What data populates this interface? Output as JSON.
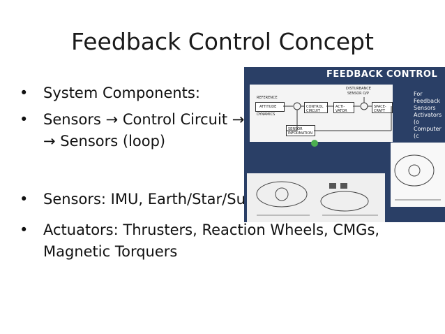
{
  "slide": {
    "title": "Feedback Control Concept",
    "bullets": [
      "System Components:",
      "Sensors → Control Circuit → Actuators → Spacecraft → Sensors (loop)",
      "Sensors: IMU, Earth/Star/Sun sensors",
      "Actuators: Thrusters, Reaction Wheels, CMGs, Magnetic Torquers"
    ]
  },
  "image": {
    "title": "FEEDBACK CONTROL",
    "side_text": [
      "For Feedback",
      "Sensors",
      "Activators (o",
      "Computer (c"
    ],
    "diagram_labels": {
      "reference": "REFERENCE",
      "attitude": "ATTITUDE",
      "dynamics": "DYNAMICS",
      "disturbance": "DISTURBANCE",
      "sensor_op": "SENSOR O/P",
      "control_circuit": "CONTROL CIRCUIT",
      "activator": "ACTI-VATOR",
      "spacecraft": "SPACE-CRAFT",
      "sensor_information": "SENSOR INFORMATION"
    }
  }
}
